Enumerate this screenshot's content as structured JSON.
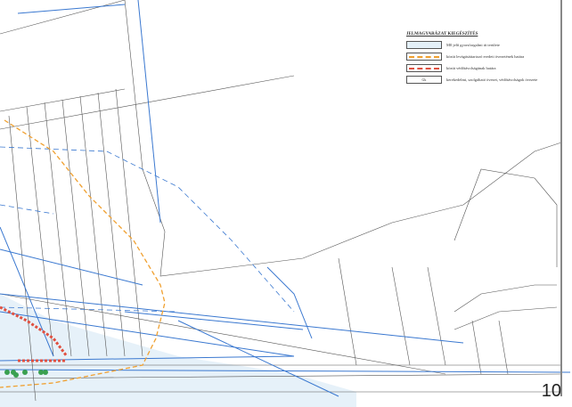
{
  "legend": {
    "title": "JELMAGYARÁZAT KIEGÉSZÍTÉS",
    "items": [
      {
        "label": "M0 jelű gyorsforgalmi út területe",
        "icon": "blue-area"
      },
      {
        "label": "közút levágásáttartozó eredeti övezetének határa",
        "icon": "orange-dashed-line",
        "color": "#f0a030"
      },
      {
        "label": "közút védőtávolságának határa",
        "icon": "red-dashed-line",
        "color": "#e05040"
      },
      {
        "label": "kerekedelmi, szolgáltató övezet, védőtávolságok övezete",
        "icon": "zone-code-box",
        "code": "Gk"
      }
    ]
  },
  "page_number": "10",
  "colors": {
    "road": "#3a78d0",
    "orange": "#f0a030",
    "red": "#e05040",
    "green": "#3aa050",
    "parcel": "#555555"
  }
}
